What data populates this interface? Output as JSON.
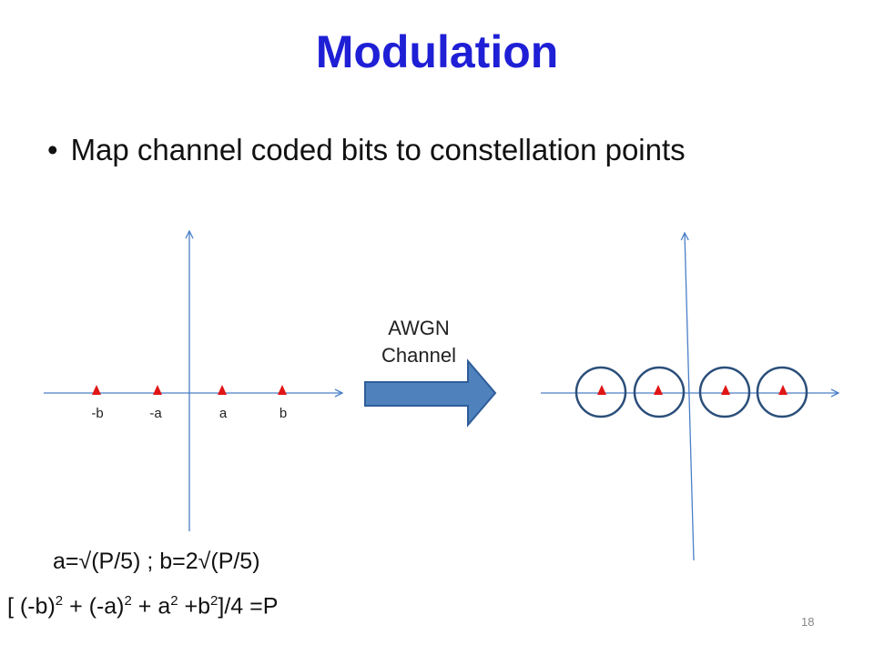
{
  "slide": {
    "title": "Modulation",
    "bullet_symbol": "•",
    "bullet_text": "Map channel coded bits to constellation points",
    "channel_label": [
      "AWGN",
      "Channel"
    ],
    "point_labels": [
      "-b",
      "-a",
      "a",
      "b"
    ],
    "equation_line1": "a=√(P/5) ; b=2√(P/5)",
    "equation_line2": {
      "open": "[ (-b)",
      "exp1": "2",
      "t2": " + (-a)",
      "exp2": "2",
      "t3": " + a",
      "exp3": "2",
      "t4": " +b",
      "exp4": "2",
      "close": "]/4 =P"
    },
    "page_number": "18"
  },
  "colors": {
    "title": "#1f1fd6",
    "axis": "#4a7fc8",
    "point": "#e01515",
    "circle": "#2b4f7a",
    "arrow_fill": "#4f81bd",
    "arrow_stroke": "#2e5d9a"
  }
}
